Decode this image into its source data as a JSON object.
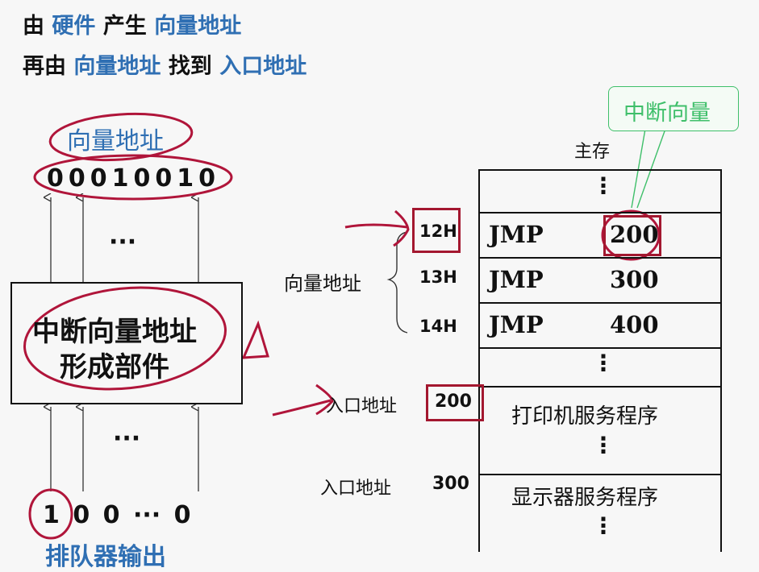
{
  "header": {
    "line1": {
      "p1": "由",
      "p2": "硬件",
      "p3": "产生",
      "p4": "向量地址"
    },
    "line2": {
      "p1": "再由",
      "p2": "向量地址",
      "p3": "找到",
      "p4": "入口地址"
    }
  },
  "left": {
    "vector_address_label": "向量地址",
    "vector_address_bits": "00010010",
    "dots_upper": "···",
    "unit_line1": "中断向量地址",
    "unit_line2": "形成部件",
    "dots_lower": "···",
    "queue_bits": "1 0 0  ··· 0",
    "queue_label": "排队器输出"
  },
  "memory": {
    "title": "主存",
    "callout": "中断向量",
    "vector_bracket_label": "向量地址",
    "rows": [
      {
        "addr": "12H",
        "op": "JMP",
        "target": "200"
      },
      {
        "addr": "13H",
        "op": "JMP",
        "target": "300"
      },
      {
        "addr": "14H",
        "op": "JMP",
        "target": "400"
      }
    ],
    "vdots": "⋮",
    "entry1_label": "入口地址",
    "entry1_addr": "200",
    "entry1_service": "打印机服务程序",
    "entry2_label": "入口地址",
    "entry2_addr": "300",
    "entry2_service": "显示器服务程序"
  },
  "colors": {
    "blue_text": "#2f6fb3",
    "annotation_red": "#b0153a",
    "box_red": "#a3172f",
    "callout_green": "#3fbf6a"
  }
}
